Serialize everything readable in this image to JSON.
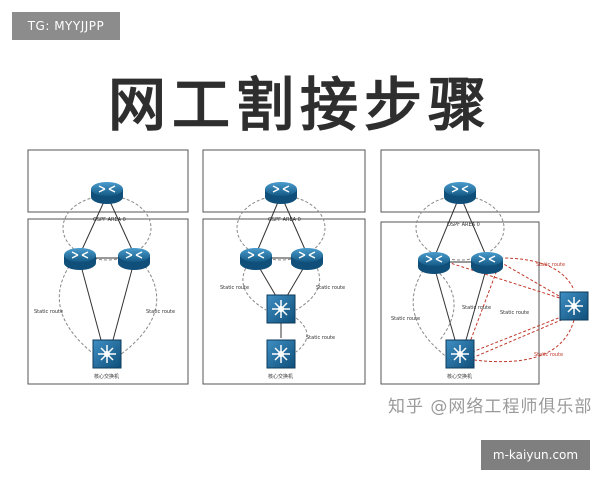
{
  "tag": "TG: MYYJJPP",
  "title": "网工割接步骤",
  "panels": [
    {
      "ospf_label": "OSPF AREA 0",
      "static_left": "Static route",
      "static_right": "Static route",
      "core_label": "核心交换机"
    },
    {
      "ospf_label": "OSPF AREA 0",
      "static_left": "Static route",
      "static_right": "Static route",
      "static_mid": "Static route",
      "core_label": "核心交换机"
    },
    {
      "ospf_label": "OSPF AREA 0",
      "static_left": "Static route",
      "static_mid": "Static route",
      "static_right": "Static route",
      "static_far_top": "Static route",
      "static_far_bottom": "Static route",
      "core_label": "核心交换机"
    }
  ],
  "watermark": "知乎 @网络工程师俱乐部",
  "site": "m-kaiyun.com",
  "colors": {
    "device": "#1f6e9e",
    "link_dash": "#888888",
    "link_red": "#c0392b",
    "box_border": "#555555"
  }
}
